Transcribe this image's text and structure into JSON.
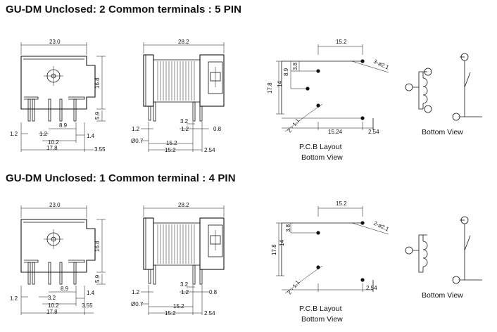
{
  "sections": [
    {
      "title": "GU-DM Unclosed: 2 Common terminals : 5 PIN",
      "side_view": {
        "width": "23.0",
        "height": "16.8",
        "pin_len": "5.9",
        "d_a": "1.2",
        "d_b": "1.2",
        "d_c": "8.9",
        "d_d": "10.2",
        "d_e": "1.4",
        "d_f": "17.8",
        "d_g": "3.55"
      },
      "front_view": {
        "length": "28.2",
        "d1": "1.2",
        "d2": "3.2",
        "d3": "1.2",
        "d4": "0.8",
        "d5": "Ø0.7",
        "d6": "15.2",
        "d7": "15.2",
        "d8": "2.54"
      },
      "pcb": {
        "top": "15.2",
        "hole_label": "3-ø2.1",
        "v1": "3.8",
        "v2": "8.9",
        "v3": "14",
        "v4": "17.8",
        "slant": "2 - 1.1",
        "bottom": "15.24",
        "right": "2.54",
        "caption_1": "P.C.B Layout",
        "caption_2": "Bottom View"
      },
      "schematic": {
        "caption": "Bottom View"
      }
    },
    {
      "title": "GU-DM Unclosed:  1 Common terminal : 4 PIN",
      "side_view": {
        "width": "23.0",
        "height": "16.8",
        "pin_len": "5.9",
        "d_a": "1.2",
        "d_b": "3.2",
        "d_c": "8.9",
        "d_d": "10.2",
        "d_e": "1.4",
        "d_f": "17.8",
        "d_g": "3.55"
      },
      "front_view": {
        "length": "28.2",
        "d1": "1.2",
        "d2": "3.2",
        "d3": "1.2",
        "d4": "0.8",
        "d5": "Ø0.7",
        "d6": "15.2",
        "d7": "15.2",
        "d8": "2.54"
      },
      "pcb": {
        "top": "15.2",
        "hole_label": "2-ø2.1",
        "v1": "3.8",
        "v3": "14",
        "v4": "17.8",
        "slant": "2 - 1.1",
        "right": "2.54",
        "caption_1": "P.C.B Layout",
        "caption_2": "Bottom View"
      },
      "schematic": {
        "caption": "Bottom View"
      }
    }
  ]
}
